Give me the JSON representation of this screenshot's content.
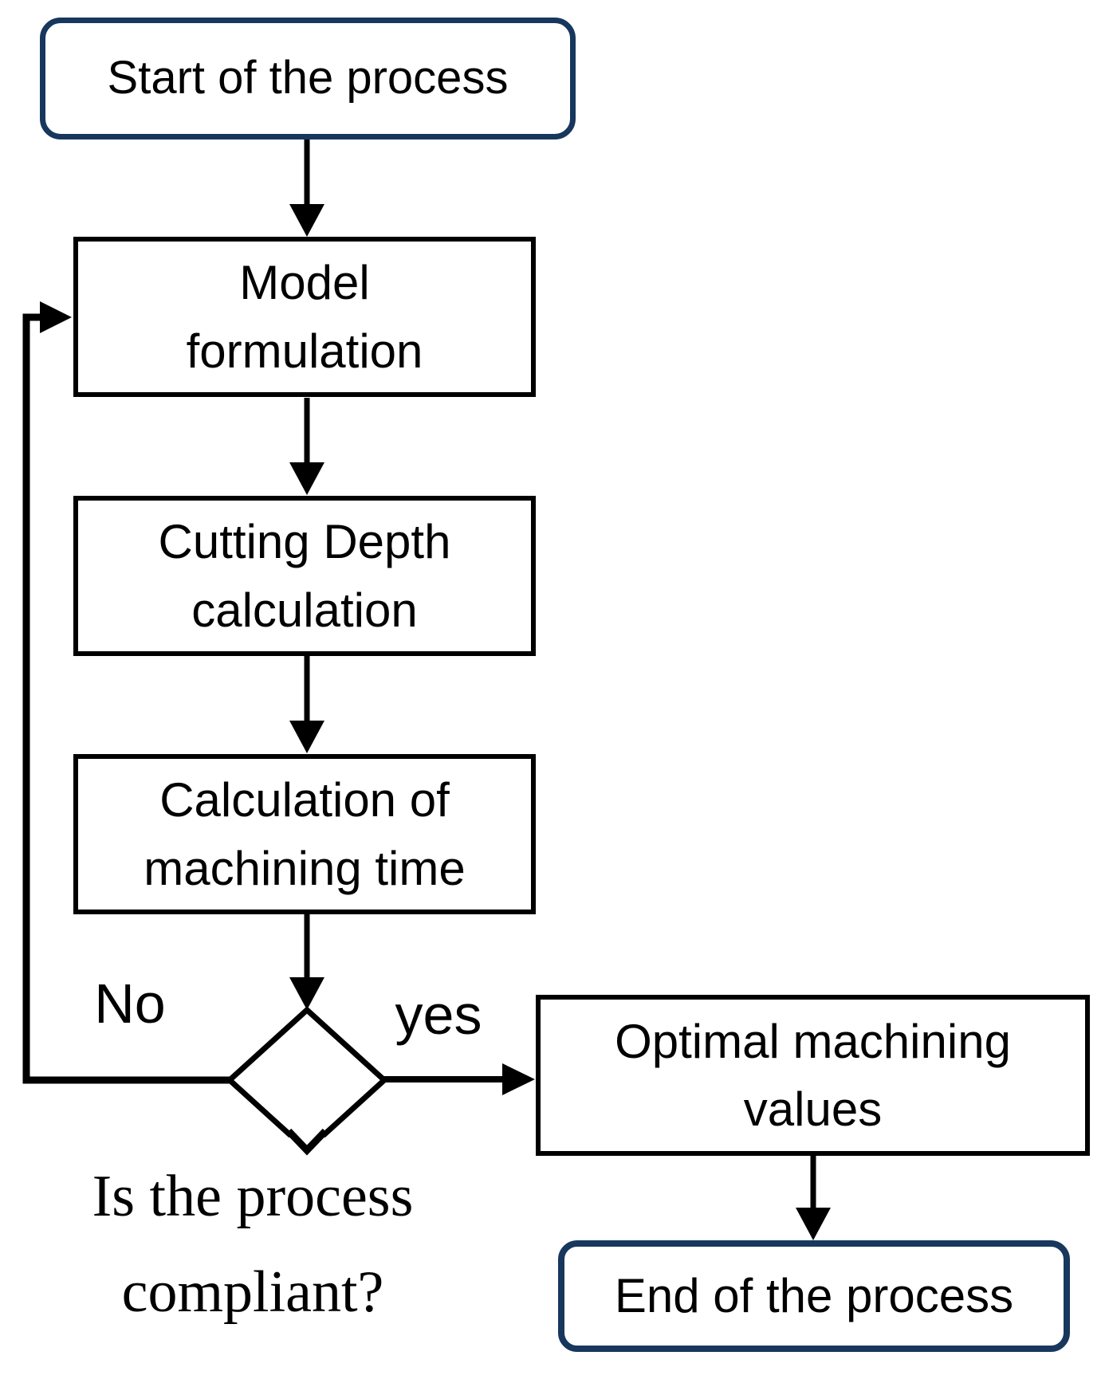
{
  "colors": {
    "terminator_border": "#17375d",
    "process_border": "#000000",
    "connector": "#000000",
    "background": "#ffffff",
    "text": "#000000"
  },
  "nodes": {
    "start": {
      "label": "Start of the process",
      "shape": "rounded-terminator"
    },
    "model": {
      "lines": [
        "Model",
        "formulation"
      ],
      "shape": "process"
    },
    "cutting": {
      "lines": [
        "Cutting Depth",
        "calculation"
      ],
      "shape": "process"
    },
    "machining_time": {
      "lines": [
        "Calculation of",
        "machining time"
      ],
      "shape": "process"
    },
    "optimal": {
      "lines": [
        "Optimal machining",
        "values"
      ],
      "shape": "process"
    },
    "end": {
      "label": "End of the process",
      "shape": "rounded-terminator"
    }
  },
  "decision": {
    "question_lines": [
      "Is the process",
      "compliant?"
    ],
    "no_label": "No",
    "yes_label": "yes"
  }
}
